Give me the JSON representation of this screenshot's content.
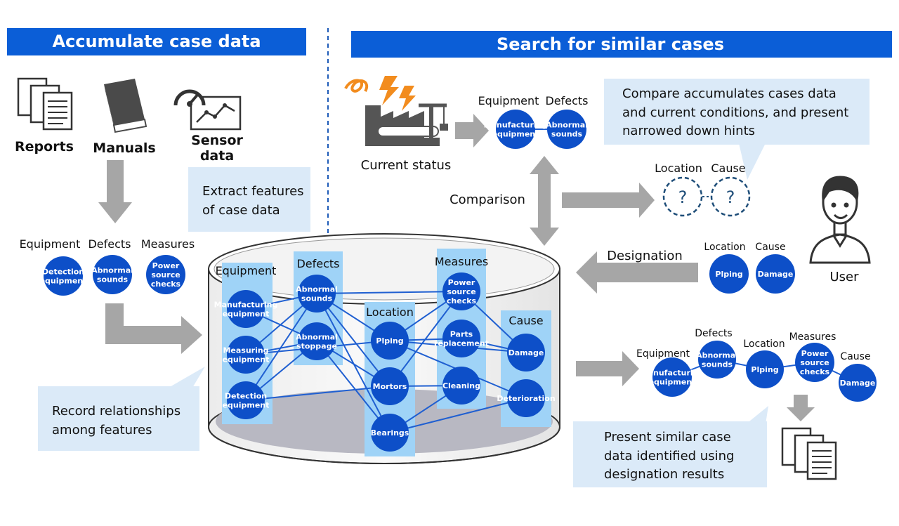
{
  "headers": {
    "left": "Accumulate case data",
    "right": "Search for similar cases"
  },
  "sources": {
    "reports": "Reports",
    "manuals": "Manuals",
    "sensor_line1": "Sensor",
    "sensor_line2": "data"
  },
  "callouts": {
    "extract": [
      "Extract features",
      "of case data"
    ],
    "record": [
      "Record relationships",
      "among features"
    ],
    "compare": [
      "Compare accumulates cases data",
      "and current conditions, and present",
      "narrowed down hints"
    ],
    "present": [
      "Present similar case",
      "data identified using",
      "designation results"
    ]
  },
  "left_features": {
    "labels": [
      "Equipment",
      "Defects",
      "Measures"
    ],
    "nodes": [
      [
        "Detection",
        "equipment"
      ],
      [
        "Abnormal",
        "sounds"
      ],
      [
        "Power",
        "source",
        "checks"
      ]
    ]
  },
  "db": {
    "columns": [
      "Equipment",
      "Defects",
      "Location",
      "Measures",
      "Cause"
    ],
    "nodes": {
      "eq1": [
        "Manufacturing",
        "equipment"
      ],
      "eq2": [
        "Measuring",
        "equipment"
      ],
      "eq3": [
        "Detection",
        "equipment"
      ],
      "df1": [
        "Abnormal",
        "sounds"
      ],
      "df2": [
        "Abnormal",
        "stoppage"
      ],
      "lc1": [
        "Plping"
      ],
      "lc2": [
        "Mortors"
      ],
      "lc3": [
        "Bearings"
      ],
      "ms1": [
        "Power",
        "source",
        "checks"
      ],
      "ms2": [
        "Parts",
        "replacement"
      ],
      "ms3": [
        "Cleaning"
      ],
      "cs1": [
        "Damage"
      ],
      "cs2": [
        "Deterioration"
      ]
    }
  },
  "current": {
    "label": "Current status",
    "col_labels": [
      "Equipment",
      "Defects"
    ],
    "nodes": [
      [
        "Manufacturing",
        "equipment"
      ],
      [
        "Abnormal",
        "sounds"
      ]
    ]
  },
  "comparison_label": "Comparison",
  "hints": {
    "labels": [
      "Location",
      "Cause"
    ],
    "q": "?"
  },
  "designation": {
    "label": "Designation",
    "col_labels": [
      "Location",
      "Cause"
    ],
    "nodes": [
      [
        "Plping"
      ],
      [
        "Damage"
      ]
    ]
  },
  "user_label": "User",
  "result": {
    "labels": [
      "Equipment",
      "Defects",
      "Location",
      "Measures",
      "Cause"
    ],
    "nodes": [
      [
        "Manufacturing",
        "equipment"
      ],
      [
        "Abnormal",
        "sounds"
      ],
      [
        "Plping"
      ],
      [
        "Power",
        "source",
        "checks"
      ],
      [
        "Damage"
      ]
    ]
  },
  "colors": {
    "header_bg": "#0b5ed7",
    "node": "#0d4fc8",
    "callout": "#dbeaf8",
    "column": "#9fd3f7",
    "arrow": "#a6a6a6",
    "link": "#1f5fd1"
  },
  "icons": {
    "reports": "documents-icon",
    "manuals": "book-icon",
    "sensor": "gauge-chart-icon",
    "factory": "factory-icon",
    "user": "user-icon",
    "result_docs": "documents-icon"
  }
}
